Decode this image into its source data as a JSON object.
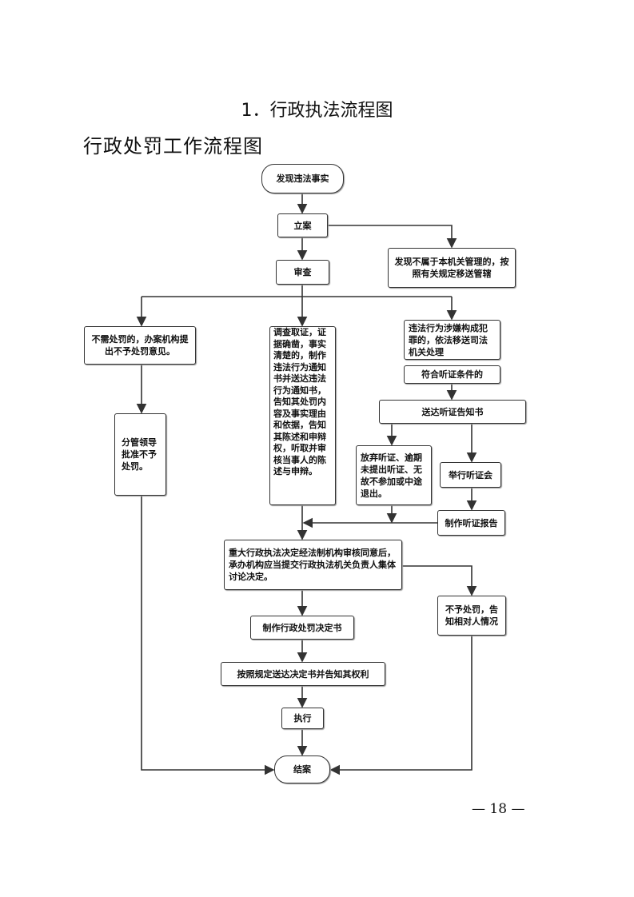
{
  "heading": "1．行政执法流程图",
  "subheading": "行政处罚工作流程图",
  "nodes": {
    "discover": "发现违法事实",
    "file_case": "立案",
    "review": "审查",
    "transfer": "发现不属于本机关管理的，按照有关规定移送管辖",
    "no_penalty_opinion": "不需处罚的，办案机构提出不予处罚意见。",
    "investigate": "调查取证，证据确凿，事实清楚的，制作违法行为通知书并送达违法行为通知书，告知其处罚内容及事实理由和依据，告知其陈述和申辩权，听取并审核当事人的陈述与申辩。",
    "criminal": "违法行为涉嫌构成犯罪的，依法移送司法机关处理",
    "hearing_condition": "符合听证条件的",
    "hearing_notice": "送达听证告知书",
    "waive_hearing": "放弃听证、逾期未提出听证、无故不参加或中途退出。",
    "hold_hearing": "举行听证会",
    "hearing_report": "制作听证报告",
    "leader_approve": "分管领导批准不予处罚。",
    "major_decision": "重大行政执法决定经法制机构审核同意后，承办机构应当提交行政执法机关负责人集体讨论决定。",
    "no_penalty_notify": "不予处罚，告知相对人情况",
    "make_decision": "制作行政处罚决定书",
    "deliver_decision": "按照规定送达决定书并告知其权利",
    "execute": "执行",
    "close_case": "结案"
  },
  "page_number": "— 18 —"
}
